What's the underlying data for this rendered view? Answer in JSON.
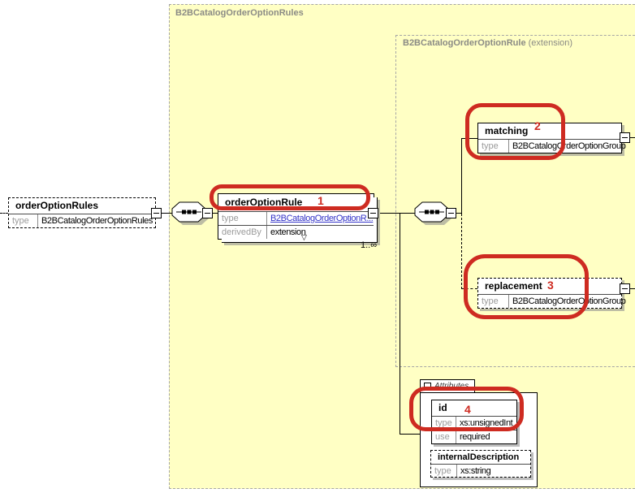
{
  "colors": {
    "container_fill": "#FFFFC4",
    "container_border": "#A6A6A6",
    "container_label": "#8B8B85",
    "annotation_red": "#CE2B21",
    "type_link_blue": "#3434C8"
  },
  "containers": {
    "outer_label": "B2BCatalogOrderOptionRules",
    "inner_label": "B2BCatalogOrderOptionRule",
    "inner_label_suffix": "(extension)"
  },
  "elements": {
    "orderOptionRules": {
      "name": "orderOptionRules",
      "type_label": "type",
      "type_value": "B2BCatalogOrderOptionRules"
    },
    "orderOptionRule": {
      "name": "orderOptionRule",
      "rows": [
        {
          "label": "type",
          "value": "B2BCatalogOrderOptionR..."
        },
        {
          "label": "derivedBy",
          "value": "extension"
        }
      ],
      "occurrence": "1..∞"
    },
    "matching": {
      "name": "matching",
      "type_label": "type",
      "type_value": "B2BCatalogOrderOptionGroup"
    },
    "replacement": {
      "name": "replacement",
      "type_label": "type",
      "type_value": "B2BCatalogOrderOptionGroup"
    }
  },
  "attributes_section": {
    "label": "Attributes",
    "id_attribute": {
      "name": "id",
      "rows": [
        {
          "label": "type",
          "value": "xs:unsignedInt"
        },
        {
          "label": "use",
          "value": "required"
        }
      ]
    },
    "internal_description": {
      "name": "internalDescription",
      "type_label": "type",
      "type_value": "xs:string"
    }
  },
  "annotations": [
    {
      "number": "1"
    },
    {
      "number": "2"
    },
    {
      "number": "3"
    },
    {
      "number": "4"
    }
  ],
  "icons": {
    "repeat_marker": "▽"
  }
}
